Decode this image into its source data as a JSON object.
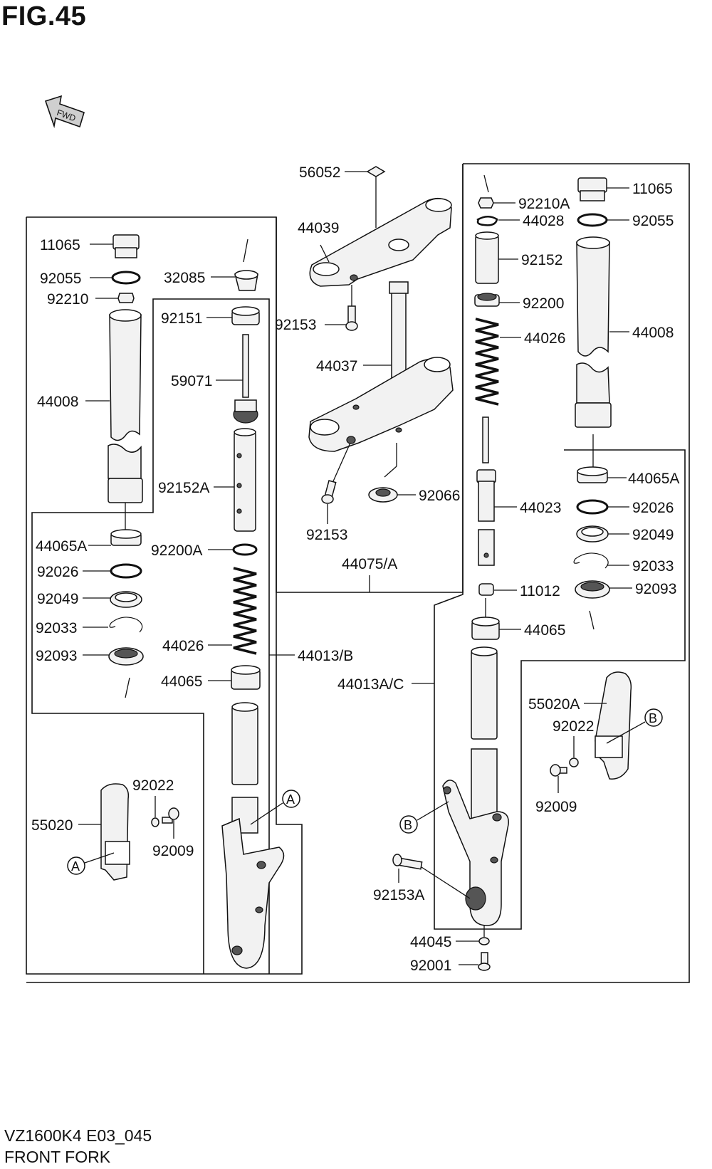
{
  "figure": {
    "title": "FIG.45",
    "model_code": "VZ1600K4 E03_045",
    "name": "FRONT FORK",
    "fwd_label": "FWD"
  },
  "callouts": {
    "a": "A",
    "b": "B"
  },
  "parts": {
    "p56052": "56052",
    "p44039": "44039",
    "p92153_top": "92153",
    "p44037": "44037",
    "p92066": "92066",
    "p92153_low": "92153",
    "p44075A": "44075/A",
    "L11065": "11065",
    "L92055": "92055",
    "L92210": "92210",
    "L44008": "44008",
    "L44065A": "44065A",
    "L92026": "92026",
    "L92049": "92049",
    "L92033": "92033",
    "L92093": "92093",
    "L32085": "32085",
    "L92151": "92151",
    "L59071": "59071",
    "L92152A": "92152A",
    "L92200A": "92200A",
    "L44026": "44026",
    "L44065": "44065",
    "L44013B": "44013/B",
    "L55020": "55020",
    "L92022": "92022",
    "L92009": "92009",
    "R92210A": "92210A",
    "R44028": "44028",
    "R92152": "92152",
    "R92200": "92200",
    "R44026": "44026",
    "R44023": "44023",
    "R11012": "11012",
    "R44065": "44065",
    "R44013AC": "44013A/C",
    "R92153A": "92153A",
    "R44045": "44045",
    "R92001": "92001",
    "R11065": "11065",
    "R92055": "92055",
    "R44008": "44008",
    "R44065A": "44065A",
    "R92026": "92026",
    "R92049": "92049",
    "R92033": "92033",
    "R92093": "92093",
    "R55020A": "55020A",
    "R92022": "92022",
    "R92009": "92009"
  }
}
